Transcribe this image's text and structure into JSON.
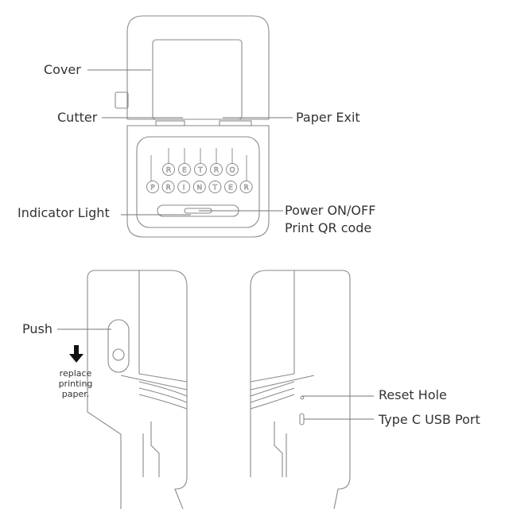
{
  "labels": {
    "cover": "Cover",
    "cutter": "Cutter",
    "paper_exit": "Paper Exit",
    "indicator_light": "Indicator Light",
    "power_line1": "Power ON/OFF",
    "power_line2": "Print QR code",
    "push": "Push",
    "replace_line1": "replace",
    "replace_line2": "printing",
    "replace_line3": "paper.",
    "reset_hole": "Reset Hole",
    "usb_port": "Type C USB Port"
  },
  "keys": {
    "top_row": [
      "R",
      "E",
      "T",
      "R",
      "O"
    ],
    "bottom_row": [
      "P",
      "R",
      "I",
      "N",
      "T",
      "E",
      "R"
    ]
  },
  "colors": {
    "line": "#777777",
    "text": "#333333",
    "arrow": "#111111"
  }
}
